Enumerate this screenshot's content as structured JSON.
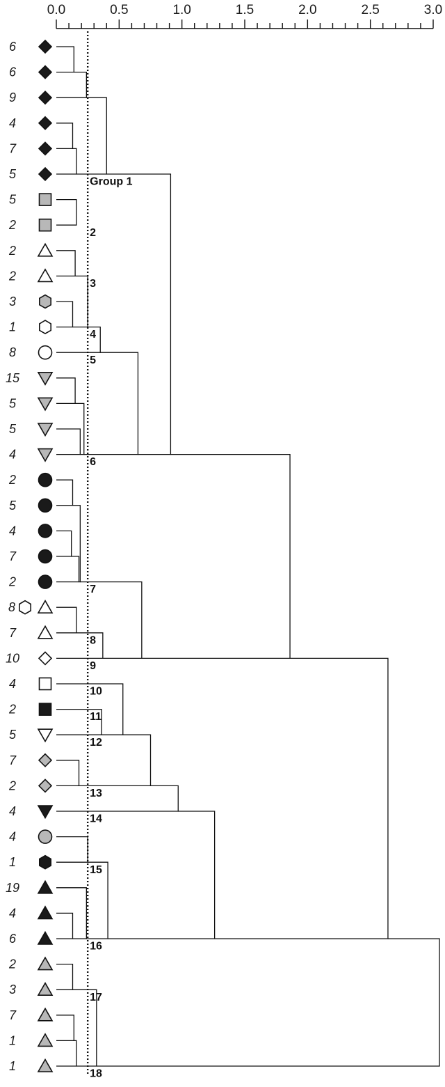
{
  "axis": {
    "ticks": [
      "0.0",
      "0.5",
      "1.0",
      "1.5",
      "2.0",
      "2.5",
      "3.0"
    ],
    "range": [
      0,
      3.0
    ]
  },
  "cutoff": 0.25,
  "colors": {
    "black": "#1a1a1a",
    "gray": "#b8b8b8",
    "white": "#ffffff"
  },
  "leaves": [
    {
      "count": "6",
      "shape": "diamond",
      "fill": "black"
    },
    {
      "count": "6",
      "shape": "diamond",
      "fill": "black"
    },
    {
      "count": "9",
      "shape": "diamond",
      "fill": "black"
    },
    {
      "count": "4",
      "shape": "diamond",
      "fill": "black"
    },
    {
      "count": "7",
      "shape": "diamond",
      "fill": "black"
    },
    {
      "count": "5",
      "shape": "diamond",
      "fill": "black"
    },
    {
      "count": "5",
      "shape": "square",
      "fill": "gray"
    },
    {
      "count": "2",
      "shape": "square",
      "fill": "gray"
    },
    {
      "count": "2",
      "shape": "triangle-up",
      "fill": "white"
    },
    {
      "count": "2",
      "shape": "triangle-up",
      "fill": "white"
    },
    {
      "count": "3",
      "shape": "hexagon",
      "fill": "gray"
    },
    {
      "count": "1",
      "shape": "hexagon",
      "fill": "white"
    },
    {
      "count": "8",
      "shape": "circle",
      "fill": "white"
    },
    {
      "count": "15",
      "shape": "triangle-down",
      "fill": "gray"
    },
    {
      "count": "5",
      "shape": "triangle-down",
      "fill": "gray"
    },
    {
      "count": "5",
      "shape": "triangle-down",
      "fill": "gray"
    },
    {
      "count": "4",
      "shape": "triangle-down",
      "fill": "gray"
    },
    {
      "count": "2",
      "shape": "circle",
      "fill": "black"
    },
    {
      "count": "5",
      "shape": "circle",
      "fill": "black"
    },
    {
      "count": "4",
      "shape": "circle",
      "fill": "black"
    },
    {
      "count": "7",
      "shape": "circle",
      "fill": "black"
    },
    {
      "count": "2",
      "shape": "circle",
      "fill": "black"
    },
    {
      "count": "8",
      "shape": "triangle-up",
      "fill": "white",
      "extra": "hexagon"
    },
    {
      "count": "7",
      "shape": "triangle-up",
      "fill": "white"
    },
    {
      "count": "10",
      "shape": "diamond",
      "fill": "white"
    },
    {
      "count": "4",
      "shape": "square",
      "fill": "white"
    },
    {
      "count": "2",
      "shape": "square",
      "fill": "black"
    },
    {
      "count": "5",
      "shape": "triangle-down",
      "fill": "white"
    },
    {
      "count": "7",
      "shape": "diamond",
      "fill": "gray"
    },
    {
      "count": "2",
      "shape": "diamond",
      "fill": "gray"
    },
    {
      "count": "4",
      "shape": "triangle-down",
      "fill": "black"
    },
    {
      "count": "4",
      "shape": "circle",
      "fill": "gray"
    },
    {
      "count": "1",
      "shape": "hexagon",
      "fill": "black"
    },
    {
      "count": "19",
      "shape": "triangle-up",
      "fill": "black"
    },
    {
      "count": "4",
      "shape": "triangle-up",
      "fill": "black"
    },
    {
      "count": "6",
      "shape": "triangle-up",
      "fill": "black"
    },
    {
      "count": "2",
      "shape": "triangle-up",
      "fill": "gray"
    },
    {
      "count": "3",
      "shape": "triangle-up",
      "fill": "gray"
    },
    {
      "count": "7",
      "shape": "triangle-up",
      "fill": "gray"
    },
    {
      "count": "1",
      "shape": "triangle-up",
      "fill": "gray"
    },
    {
      "count": "1",
      "shape": "triangle-up",
      "fill": "gray"
    }
  ],
  "merges": [
    {
      "a": 0,
      "b": 1,
      "h": 0.14
    },
    {
      "a": 3,
      "b": 4,
      "h": 0.13
    },
    {
      "a": 41,
      "b": 2,
      "h": 0.24
    },
    {
      "a": 42,
      "b": 5,
      "h": 0.16
    },
    {
      "a": 6,
      "b": 7,
      "h": 0.16
    },
    {
      "a": 8,
      "b": 9,
      "h": 0.15
    },
    {
      "a": 10,
      "b": 11,
      "h": 0.13
    },
    {
      "a": 46,
      "b": 47,
      "h": 0.25
    },
    {
      "a": 48,
      "b": 12,
      "h": 0.35
    },
    {
      "a": 13,
      "b": 14,
      "h": 0.15
    },
    {
      "a": 15,
      "b": 16,
      "h": 0.19
    },
    {
      "a": 50,
      "b": 51,
      "h": 0.22
    },
    {
      "a": 43,
      "b": 44,
      "h": 0.4
    },
    {
      "a": 49,
      "b": 52,
      "h": 0.65
    },
    {
      "a": 53,
      "b": 54,
      "h": 0.91
    },
    {
      "a": 17,
      "b": 18,
      "h": 0.13
    },
    {
      "a": 19,
      "b": 20,
      "h": 0.12
    },
    {
      "a": 57,
      "b": 21,
      "h": 0.18
    },
    {
      "a": 56,
      "b": 58,
      "h": 0.19
    },
    {
      "a": 22,
      "b": 23,
      "h": 0.16
    },
    {
      "a": 60,
      "b": 24,
      "h": 0.37
    },
    {
      "a": 59,
      "b": 61,
      "h": 0.68
    },
    {
      "a": 55,
      "b": 62,
      "h": 1.86
    },
    {
      "a": 26,
      "b": 27,
      "h": 0.36
    },
    {
      "a": 25,
      "b": 64,
      "h": 0.53
    },
    {
      "a": 28,
      "b": 29,
      "h": 0.18
    },
    {
      "a": 65,
      "b": 66,
      "h": 0.75
    },
    {
      "a": 67,
      "b": 30,
      "h": 0.97
    },
    {
      "a": 31,
      "b": 32,
      "h": 0.25
    },
    {
      "a": 34,
      "b": 35,
      "h": 0.13
    },
    {
      "a": 33,
      "b": 70,
      "h": 0.24
    },
    {
      "a": 69,
      "b": 71,
      "h": 0.41
    },
    {
      "a": 68,
      "b": 72,
      "h": 1.26
    },
    {
      "a": 36,
      "b": 37,
      "h": 0.13
    },
    {
      "a": 38,
      "b": 39,
      "h": 0.14
    },
    {
      "a": 75,
      "b": 40,
      "h": 0.16
    },
    {
      "a": 74,
      "b": 76,
      "h": 0.32
    },
    {
      "a": 63,
      "b": 73,
      "h": 2.64
    },
    {
      "a": 78,
      "b": 77,
      "h": 3.05
    }
  ],
  "group_labels": [
    {
      "text": "Group 1",
      "after_leaf": 5
    },
    {
      "text": "2",
      "after_leaf": 7
    },
    {
      "text": "3",
      "after_leaf": 9
    },
    {
      "text": "4",
      "after_leaf": 11
    },
    {
      "text": "5",
      "after_leaf": 12
    },
    {
      "text": "6",
      "after_leaf": 16
    },
    {
      "text": "7",
      "after_leaf": 21
    },
    {
      "text": "8",
      "after_leaf": 23
    },
    {
      "text": "9",
      "after_leaf": 24
    },
    {
      "text": "10",
      "after_leaf": 25
    },
    {
      "text": "11",
      "after_leaf": 26
    },
    {
      "text": "12",
      "after_leaf": 27
    },
    {
      "text": "13",
      "after_leaf": 29
    },
    {
      "text": "14",
      "after_leaf": 30
    },
    {
      "text": "15",
      "after_leaf": 32
    },
    {
      "text": "16",
      "after_leaf": 35
    },
    {
      "text": "17",
      "after_leaf": 37
    },
    {
      "text": "18",
      "after_leaf": 40
    }
  ]
}
